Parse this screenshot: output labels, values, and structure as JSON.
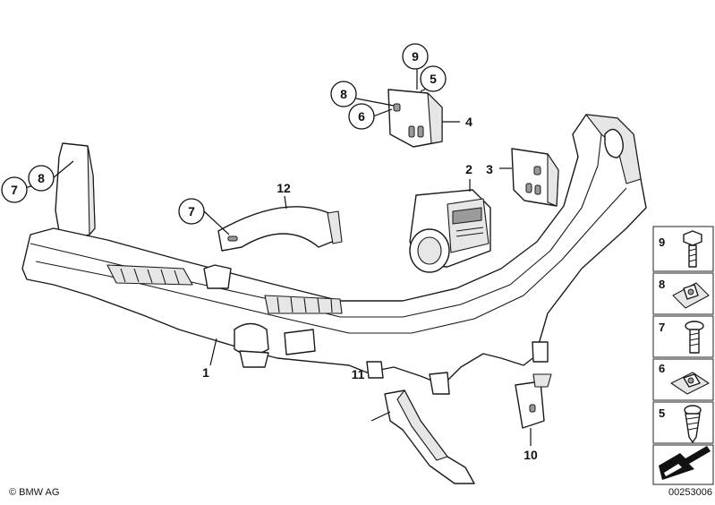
{
  "callouts": {
    "c1": "1",
    "c2": "2",
    "c3": "3",
    "c4": "4",
    "c5": "5",
    "c6": "6",
    "c7a": "7",
    "c7b": "7",
    "c8a": "8",
    "c8b": "8",
    "c9": "9",
    "c10": "10",
    "c11": "11",
    "c12": "12"
  },
  "legend": {
    "l9": "9",
    "l8": "8",
    "l7": "7",
    "l6": "6",
    "l5": "5"
  },
  "footer": {
    "copyright": "© BMW AG",
    "diagram_number": "00253006"
  }
}
